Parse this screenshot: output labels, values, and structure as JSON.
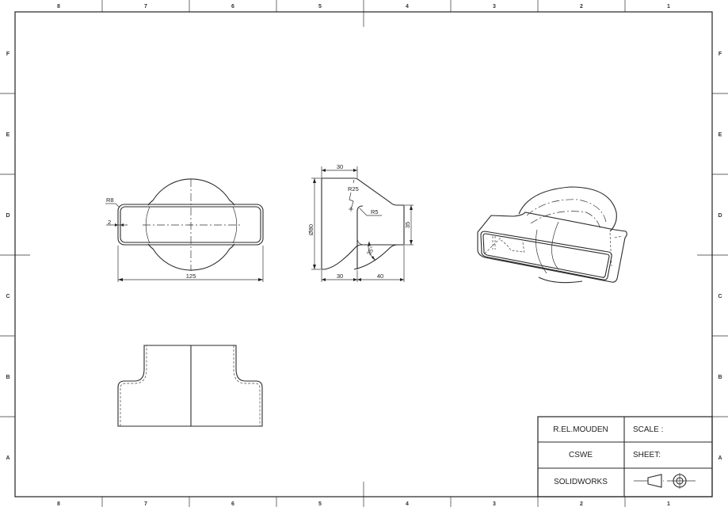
{
  "sheet": {
    "column_labels_top": [
      "8",
      "7",
      "6",
      "5",
      "4",
      "3",
      "2",
      "1"
    ],
    "column_labels_bottom": [
      "8",
      "7",
      "6",
      "5",
      "4",
      "3",
      "2",
      "1"
    ],
    "row_labels_left": [
      "F",
      "E",
      "D",
      "C",
      "B",
      "A"
    ],
    "row_labels_right": [
      "F",
      "E",
      "D",
      "C",
      "B",
      "A"
    ]
  },
  "views": {
    "front": {
      "dimensions": {
        "radius_label": "R8",
        "thickness_label": "2",
        "width_label": "125"
      }
    },
    "side": {
      "dimensions": {
        "top_width": "30",
        "fillet_large": "R25",
        "fillet_small": "R5",
        "diameter": "Ø80",
        "height": "35",
        "bottom_left_width": "30",
        "bottom_right_width": "40",
        "angle": "35°"
      }
    },
    "isometric": {},
    "top": {}
  },
  "title_block": {
    "author": "R.EL.MOUDEN",
    "scale_label": "SCALE :",
    "organization": "CSWE",
    "sheet_label": "SHEET:",
    "software": "SOLIDWORKS",
    "projection_symbol": "first-angle-projection-icon"
  }
}
